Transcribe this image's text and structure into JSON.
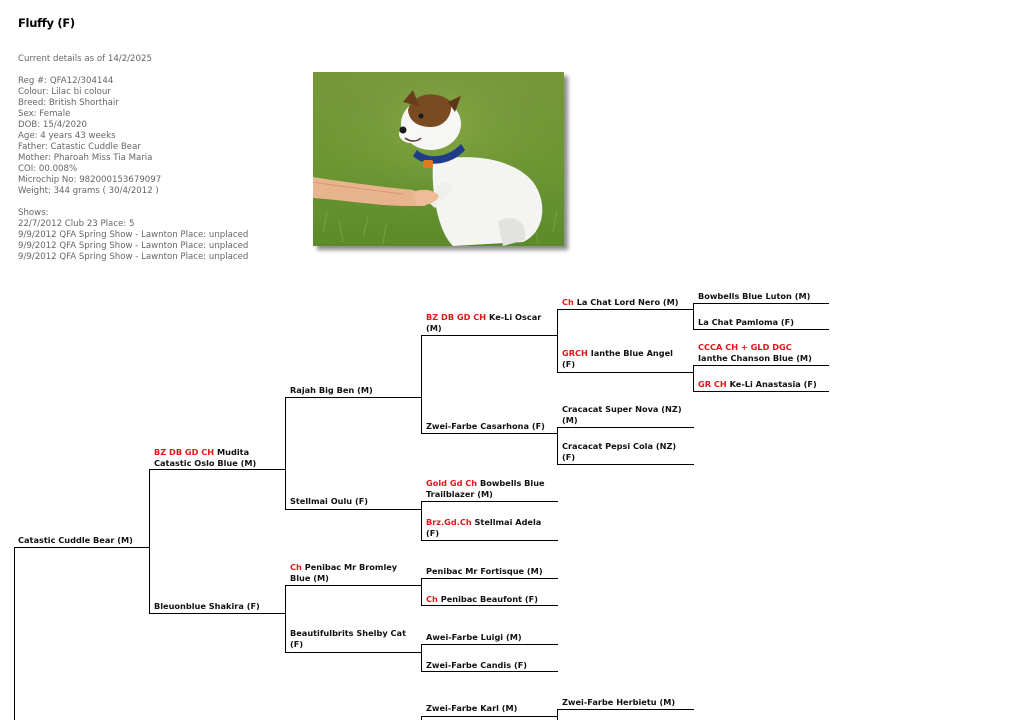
{
  "page_title": "Fluffy (F)",
  "details_header": "Current details as of 14/2/2025",
  "details": [
    "Reg #: QFA12/304144",
    "Colour: Lilac bi colour",
    "Breed: British Shorthair",
    "Sex: Female",
    "DOB: 15/4/2020",
    "Age: 4 years 43 weeks",
    "Father: Catastic Cuddle Bear",
    "Mother: Pharoah Miss Tia Maria",
    "COI: 00.008%",
    "Microchip No: 982000153679097",
    "Weight: 344 grams ( 30/4/2012 )"
  ],
  "shows_header": "Shows:",
  "shows": [
    "22/7/2012 Club 23 Place: 5",
    "9/9/2012 QFA Spring Show - Lawnton Place: unplaced",
    "9/9/2012 QFA Spring Show - Lawnton Place: unplaced",
    "9/9/2012 QFA Spring Show - Lawnton Place: unplaced"
  ],
  "pedigree": {
    "catastic_cuddle_bear": {
      "prefix": "",
      "name": "Catastic Cuddle Bear (M)"
    },
    "mudita_oslo_blue": {
      "prefix": "BZ DB GD CH",
      "name": " Mudita",
      "name2": "Catastic Oslo Blue (M)"
    },
    "bleuonblue_shakira": {
      "prefix": "",
      "name": "Bleuonblue Shakira (F)"
    },
    "rajah_big_ben": {
      "prefix": "",
      "name": "Rajah Big Ben (M)"
    },
    "stellmai_oulu": {
      "prefix": "",
      "name": "Stellmai Oulu (F)"
    },
    "penibac_mr_bromley": {
      "prefix": "Ch",
      "name": " Penibac Mr Bromley",
      "name2": "Blue (M)"
    },
    "beautifulbrits_shelby": {
      "prefix": "",
      "name": "Beautifulbrits Shelby Cat",
      "name2": "(F)"
    },
    "keli_oscar": {
      "prefix": "BZ DB GD CH",
      "name": " Ke-Li Oscar",
      "name2": "(M)"
    },
    "zwei_farbe_casarhona": {
      "prefix": "",
      "name": "Zwei-Farbe Casarhona (F)"
    },
    "bowbells_trailblazer": {
      "prefix": "Gold Gd Ch",
      "name": " Bowbells Blue",
      "name2": "Trailblazer (M)"
    },
    "stellmai_adela": {
      "prefix": "Brz.Gd.Ch",
      "name": " Stellmai Adela",
      "name2": "(F)"
    },
    "penibac_mr_fortisque": {
      "prefix": "",
      "name": "Penibac Mr Fortisque (M)"
    },
    "penibac_beaufont": {
      "prefix": "Ch",
      "name": " Penibac Beaufont (F)"
    },
    "awei_farbe_luigi": {
      "prefix": "",
      "name": "Awei-Farbe Luigi (M)"
    },
    "zwei_farbe_candis": {
      "prefix": "",
      "name": "Zwei-Farbe Candis (F)"
    },
    "zwei_farbe_karl": {
      "prefix": "",
      "name": "Zwei-Farbe Karl (M)"
    },
    "la_chat_lord_nero": {
      "prefix": "Ch",
      "name": " La Chat Lord Nero (M)"
    },
    "ianthe_blue_angel": {
      "prefix": "GRCH",
      "name": " Ianthe Blue Angel",
      "name2": "(F)"
    },
    "cracacat_super_nova": {
      "prefix": "",
      "name": "Cracacat Super Nova (NZ)",
      "name2": "(M)"
    },
    "cracacat_pepsi_cola": {
      "prefix": "",
      "name": "Cracacat Pepsi Cola (NZ)",
      "name2": "(F)"
    },
    "zwei_farbe_herbietu": {
      "prefix": "",
      "name": "Zwei-Farbe Herbietu (M)"
    },
    "bowbells_blue_luton": {
      "prefix": "",
      "name": "Bowbells Blue Luton (M)"
    },
    "la_chat_pamloma": {
      "prefix": "",
      "name": "La Chat Pamloma (F)"
    },
    "ianthe_chanson_blue": {
      "prefix": "CCCA CH + GLD DGC",
      "name": "",
      "name2": "Ianthe Chanson Blue (M)"
    },
    "keli_anastasia": {
      "prefix": "GR CH",
      "name": " Ke-Li Anastasia (F)"
    }
  },
  "colors": {
    "title_prefix": "#e2161a",
    "details_text": "#666666",
    "lines": "#000000"
  }
}
